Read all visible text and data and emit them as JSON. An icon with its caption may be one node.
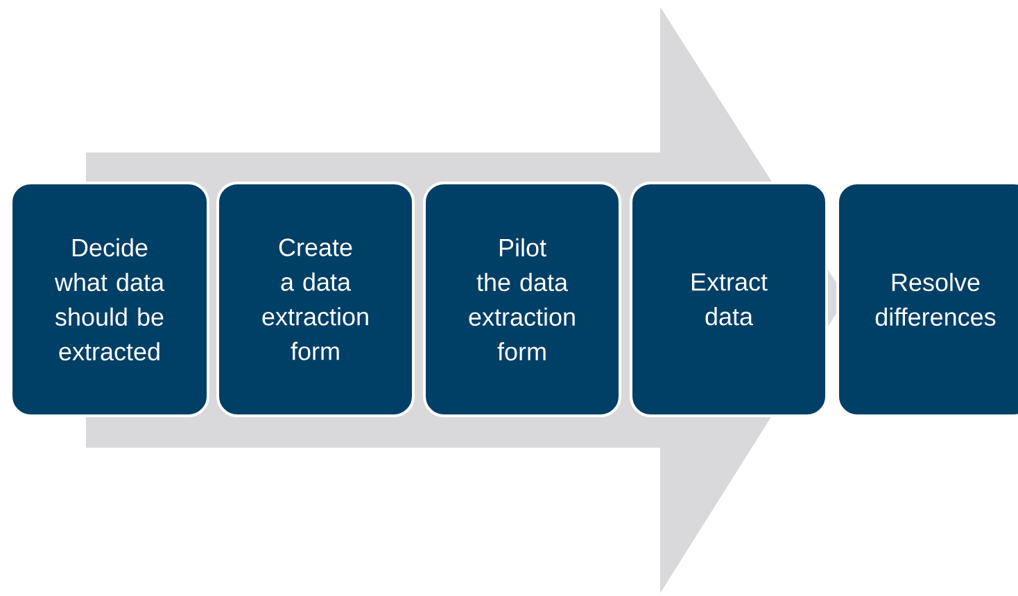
{
  "diagram": {
    "nodes": [
      {
        "text": [
          "Decide what data should be extracted"
        ]
      },
      {
        "text": [
          "Create a data extraction form"
        ]
      },
      {
        "text": [
          "Pilot the data extraction form"
        ]
      },
      {
        "text": [
          "Extract data"
        ]
      },
      {
        "text": [
          "Resolve differences"
        ]
      }
    ],
    "edges": [
      {
        "from": 0,
        "to": 4,
        "arrow": "to"
      }
    ]
  }
}
